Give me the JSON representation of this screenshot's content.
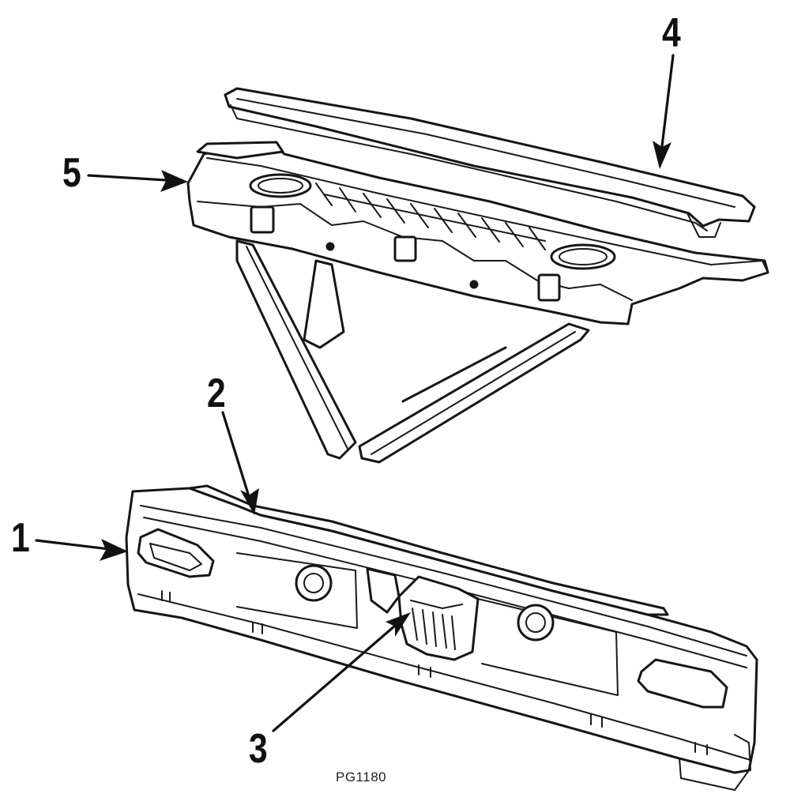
{
  "diagram": {
    "callouts": [
      {
        "id": "1",
        "label": "1"
      },
      {
        "id": "2",
        "label": "2"
      },
      {
        "id": "3",
        "label": "3"
      },
      {
        "id": "4",
        "label": "4"
      },
      {
        "id": "5",
        "label": "5"
      }
    ],
    "drawing_code": "PG1180",
    "line_color": "#161616",
    "background": "#ffffff"
  }
}
